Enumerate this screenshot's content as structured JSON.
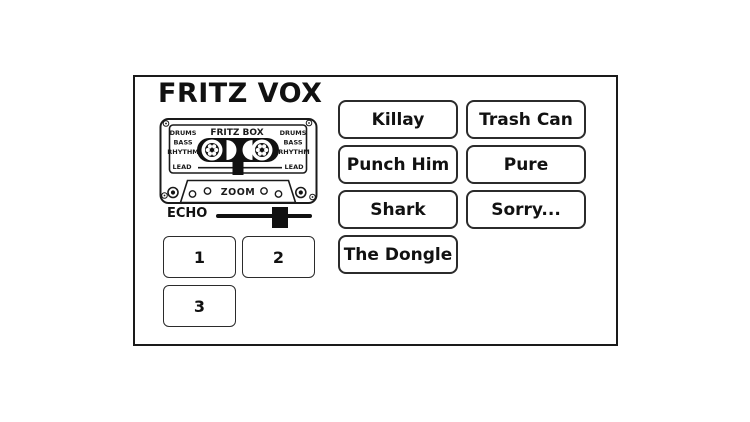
{
  "window": {
    "background_color": "#ffffff",
    "ink_color": "#1a1a1a"
  },
  "title": "FRITZ VOX",
  "cassette": {
    "model": "FRITZ BOX",
    "brand": "ZOOM",
    "tracks_left": [
      "DRUMS",
      "BASS",
      "RHYTHM",
      "LEAD"
    ],
    "tracks_right": [
      "DRUMS",
      "BASS",
      "RHYTHM",
      "LEAD"
    ],
    "tape_slider_percent": 50
  },
  "echo": {
    "label": "ECHO",
    "value_percent": 67
  },
  "preset_buttons": [
    {
      "label": "1"
    },
    {
      "label": "2"
    },
    {
      "label": "3"
    }
  ],
  "sample_buttons": [
    {
      "label": "Killay"
    },
    {
      "label": "Trash Can"
    },
    {
      "label": "Punch Him"
    },
    {
      "label": "Pure"
    },
    {
      "label": "Shark"
    },
    {
      "label": "Sorry..."
    },
    {
      "label": "The Dongle"
    }
  ]
}
